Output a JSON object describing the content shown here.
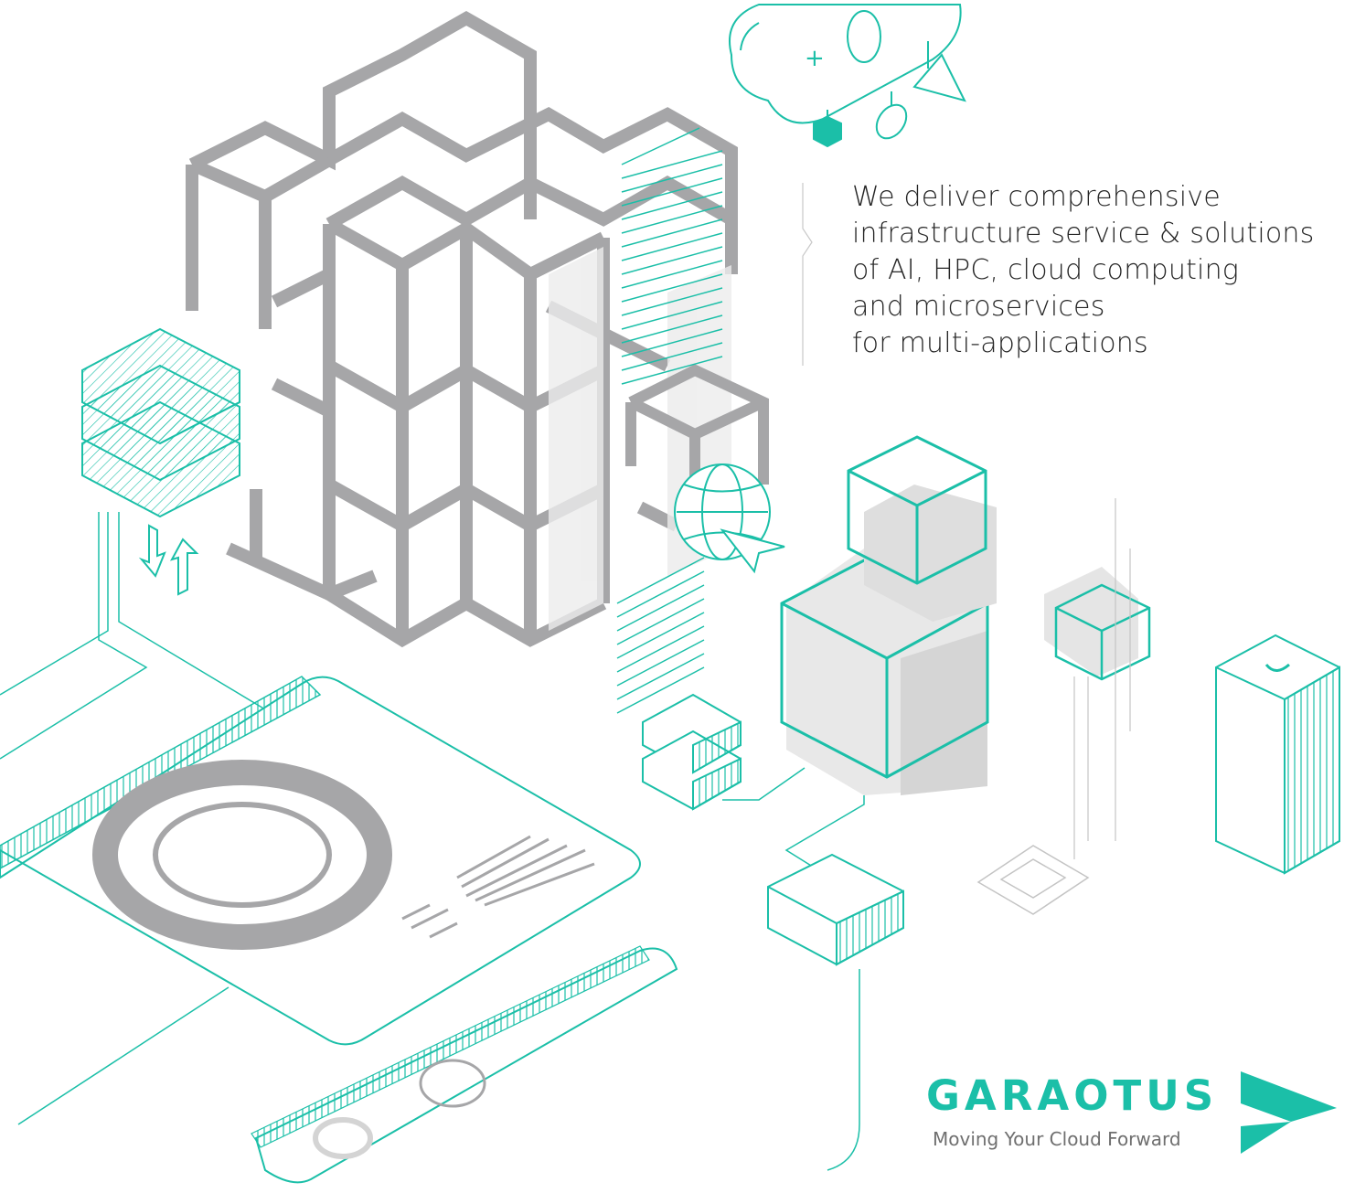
{
  "tagline": {
    "lines": [
      "We deliver comprehensive",
      "infrastructure service & solutions",
      "of AI, HPC, cloud computing",
      "and microservices",
      "for multi-applications"
    ]
  },
  "brand": {
    "name": "GARAOTUS",
    "slogan": "Moving Your Cloud Forward",
    "accent_color": "#1bbfa8",
    "gray_color": "#a6a6a8"
  }
}
